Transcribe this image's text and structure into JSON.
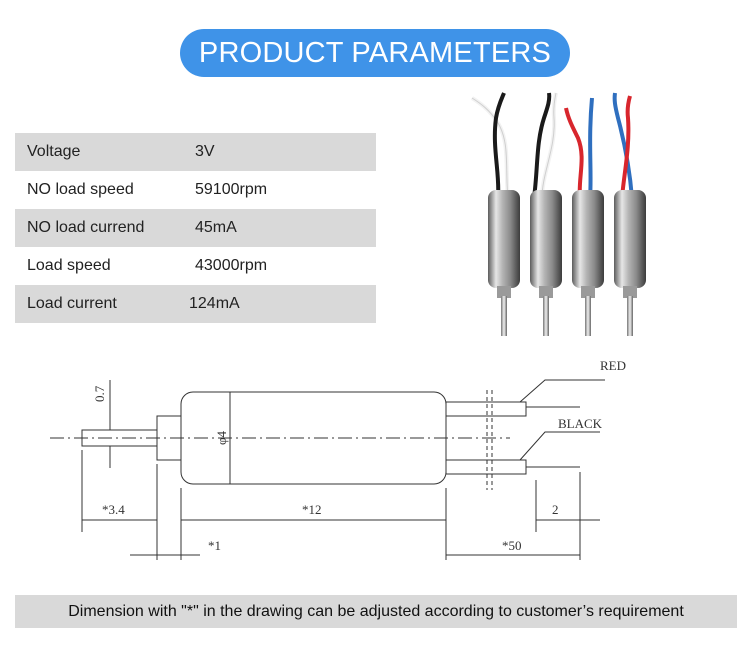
{
  "title": "PRODUCT PARAMETERS",
  "parameters": [
    {
      "label": "Voltage",
      "value": "3V"
    },
    {
      "label": "NO load speed",
      "value": "59100rpm"
    },
    {
      "label": "NO load currend",
      "value": "45mA"
    },
    {
      "label": "Load speed",
      "value": "43000rpm"
    },
    {
      "label": "Load current",
      "value": "124mA"
    }
  ],
  "drawing": {
    "wire_red": "RED",
    "wire_black": "BLACK",
    "dim_shaft_dia": "0.7",
    "dim_body_dia": "φ4",
    "dim_shaft_len": "*3.4",
    "dim_body_len": "*12",
    "dim_end_len": "2",
    "dim_collar": "*1",
    "dim_wire_len": "*50"
  },
  "footer": "Dimension with  \"*\" in the drawing can be adjusted according to customer’s  requirement",
  "colors": {
    "accent": "#3f93e8",
    "row_shade": "#d9d9d9"
  }
}
